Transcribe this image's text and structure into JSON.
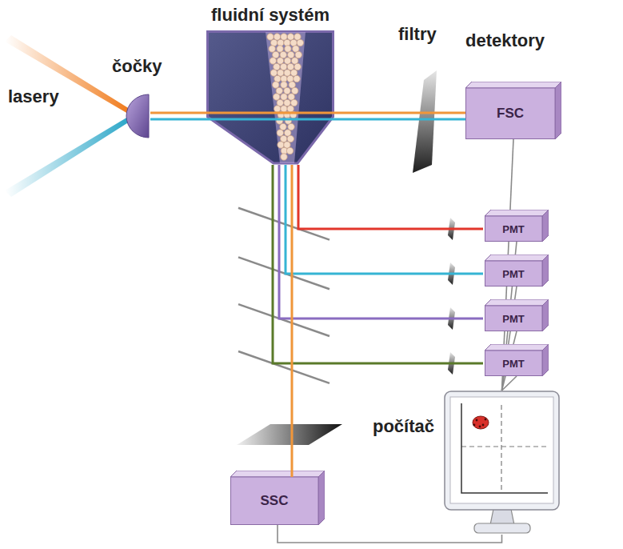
{
  "diagram": {
    "nodes": [
      {
        "text": [
          "fluidní systém"
        ]
      },
      {
        "text": [
          "FSC"
        ]
      },
      {
        "text": [
          "PMT"
        ]
      },
      {
        "text": [
          "PMT"
        ]
      },
      {
        "text": [
          "PMT"
        ]
      },
      {
        "text": [
          "PMT"
        ]
      },
      {
        "text": [
          "SSC"
        ]
      },
      {
        "text": [
          "počítač"
        ]
      }
    ],
    "edges": [
      {
        "from": 1,
        "to": 7,
        "arrow": "none"
      },
      {
        "from": 2,
        "to": 7,
        "arrow": "none"
      },
      {
        "from": 3,
        "to": 7,
        "arrow": "none"
      },
      {
        "from": 4,
        "to": 7,
        "arrow": "none"
      },
      {
        "from": 5,
        "to": 7,
        "arrow": "none"
      },
      {
        "from": 6,
        "to": 7,
        "arrow": "none"
      }
    ],
    "labels": [
      "lasery",
      "čočky",
      "filtry",
      "detektory"
    ]
  }
}
